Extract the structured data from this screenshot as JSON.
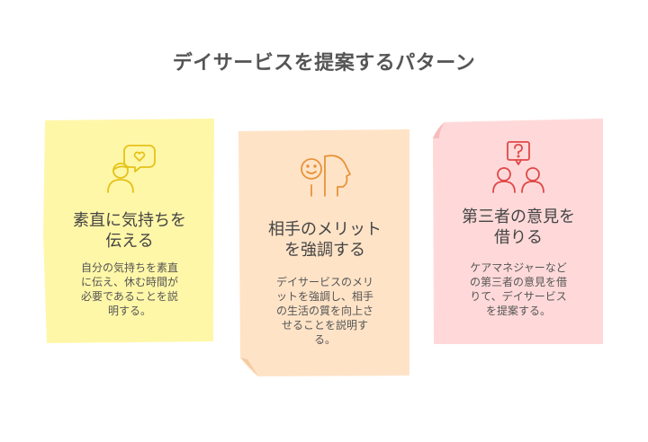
{
  "title": "デイサービスを提案するパターン",
  "cards": [
    {
      "heading_line1": "素直に気持ちを",
      "heading_line2": "伝える",
      "body_lines": [
        "自分の気持ちを素直",
        "に伝え、休む時間が",
        "必要であることを説",
        "明する。"
      ],
      "icon": "person-heart-speech-bubble-icon",
      "color": "#fff7a8",
      "icon_color": "#e6c21a"
    },
    {
      "heading_line1": "相手のメリット",
      "heading_line2": "を強調する",
      "body_lines": [
        "デイサービスのメリ",
        "ットを強調し、相手",
        "の生活の質を向上さ",
        "せることを説明す",
        "る。"
      ],
      "icon": "smiling-face-profile-icon",
      "color": "#ffe3c7",
      "icon_color": "#e8933a"
    },
    {
      "heading_line1": "第三者の意見を",
      "heading_line2": "借りる",
      "body_lines": [
        "ケアマネジャーなど",
        "の第三者の意見を借",
        "りて、デイサービス",
        "を提案する。"
      ],
      "icon": "two-people-question-bubble-icon",
      "color": "#ffd9d9",
      "icon_color": "#e04848"
    }
  ]
}
